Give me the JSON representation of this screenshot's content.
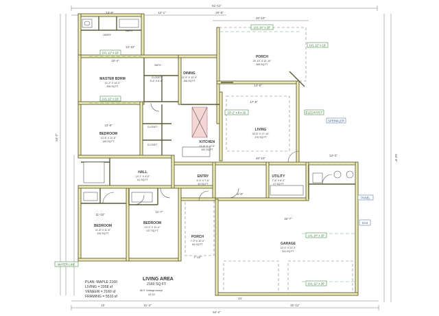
{
  "plan": {
    "title": "PLAN: MAPLE 2160",
    "living": "LIVING = 2058 sf",
    "veneer": "VENEER = 2160 sf",
    "framing": "FRAMING = 5510 sf",
    "area_label": "LIVING AREA",
    "area_value": "2160 SQ FT",
    "ceiling_note_1": "All 9' Ceilings except",
    "ceiling_note_2": "LR 10'"
  },
  "rooms": {
    "porch_rear": {
      "name": "PORCH",
      "dims": "20'-10\" X 15'-10\"",
      "area": "283 SQ FT"
    },
    "master": {
      "name": "MASTER BDRM",
      "dims": "14'-2\" X 14'-0\"",
      "area": "206 SQ FT"
    },
    "dining": {
      "name": "DINING",
      "dims": "11'-9\" X 13'-9\"",
      "area": "155 SQ FT"
    },
    "closet1": {
      "name": "CLOSET",
      "dims": "8'-6\" X 6'-8\"",
      "area": ""
    },
    "bedroom_nw": {
      "name": "BEDROOM",
      "dims": "13'-8\" X 11'-6\"",
      "area": "144 SQ FT"
    },
    "closet2": {
      "name": "CLOSET",
      "dims": "",
      "area": ""
    },
    "closet3": {
      "name": "CLOSET",
      "dims": "",
      "area": ""
    },
    "kitchen": {
      "name": "KITCHEN",
      "dims": "11'-8\" X 13'-0\"",
      "area": "152 SQ FT"
    },
    "living": {
      "name": "LIVING",
      "dims": "20'-6\" X 17'-10\"",
      "area": "370 SQ FT"
    },
    "hall": {
      "name": "HALL",
      "dims": "14'-1\" X 4'-0\"",
      "area": "61 SQ FT"
    },
    "entry": {
      "name": "ENTRY",
      "dims": "5'-9\" X 7'-6\"",
      "area": "43 SQ FT"
    },
    "utility": {
      "name": "UTILITY",
      "dims": "7'-8\" X 6'-3\"",
      "area": "47 SQ FT"
    },
    "bedroom_sw": {
      "name": "BEDROOM",
      "dims": "11'-8\" X 11'-6\"",
      "area": "134 SQ FT"
    },
    "bedroom_s": {
      "name": "BEDROOM",
      "dims": "13'-0\" X 11'-4\"",
      "area": "147 SQ FT"
    },
    "porch_front": {
      "name": "PORCH",
      "dims": "7'-0\" X 12'-0\"",
      "area": "84 SQ FT"
    },
    "garage": {
      "name": "GARAGE",
      "dims": "22'-0\" X 23'-3\"",
      "area": "511 SQ FT"
    },
    "laundry": {
      "name": "LNDRY",
      "dims": "",
      "area": ""
    },
    "bath": {
      "name": "BATH",
      "dims": "",
      "area": ""
    },
    "mbath": {
      "name": "BATH",
      "dims": "",
      "area": ""
    }
  },
  "tags": {
    "lvl_porch": "LVL 14\" x 20'",
    "lvl_1": "LVL 12\" x 16'",
    "lvl_2": "LVL 12\" x 16'",
    "lvl_3": "LVL 12\" x 16'",
    "lvl_garage_1": "LVL 14\" x 20'",
    "lvl_garage_2": "LVL 12\" x 20'",
    "ceiling_living": "10'-2\" x 8 x 16",
    "elec": "ELEC/HT/CT",
    "sprinkler": "SPRINKLER",
    "panel": "PANEL",
    "gas": "GAS",
    "water_line": "WATER LINE"
  },
  "dims": {
    "top_total": "51'-11\"",
    "top_a": "14'-9\"",
    "top_b": "12'-1\"",
    "top_c": "20'-8\"",
    "top_porch": "20'-10\"",
    "bottom_total": "64'-2\"",
    "bottom_a": "12'",
    "bottom_b": "11'-3\"",
    "bottom_c": "32'-11\"",
    "bottom_d": "24'",
    "right_total": "64'-9\"",
    "left_total": "54'-2\"",
    "mid_a": "14'-10\"",
    "mid_b": "10'-4\"",
    "mid_c": "13'-8\"",
    "mid_d": "11'-10\"",
    "mid_e": "32'-7\"",
    "mid_f": "17'-8\"",
    "mid_g": "14'-5\"",
    "mid_h": "11'-7\"",
    "mid_i": "12'-3\"",
    "mid_j": "20'-10\"",
    "mid_k": "5'-9\"",
    "mid_l": "7'-10\""
  }
}
